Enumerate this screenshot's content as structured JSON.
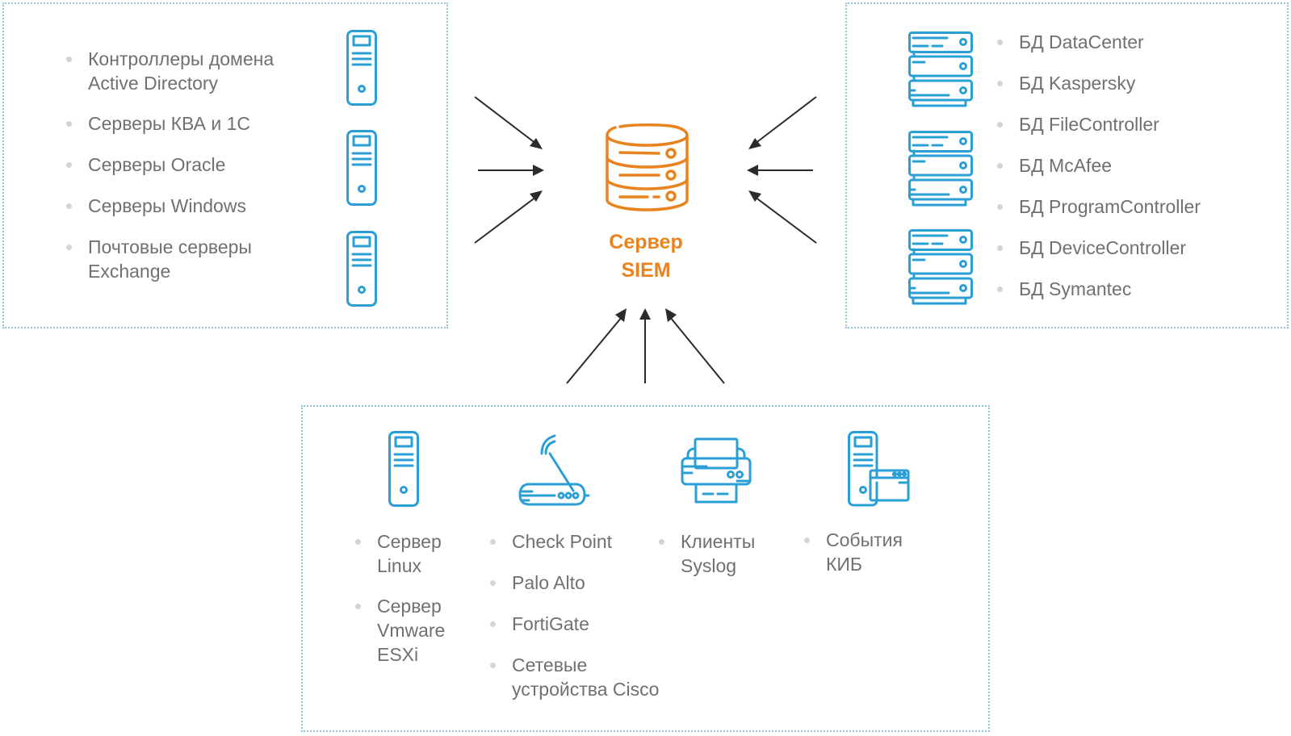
{
  "central_node": {
    "icon": "database-server-icon",
    "label_lines": [
      "Сервер",
      "SIEM"
    ],
    "color": "#e8831f"
  },
  "left_group": {
    "icon": "server-tower-icon",
    "items": [
      {
        "lines": [
          "Контроллеры домена",
          "Active Directory"
        ]
      },
      {
        "lines": [
          "Серверы КВА и 1С"
        ]
      },
      {
        "lines": [
          "Серверы Oracle"
        ]
      },
      {
        "lines": [
          "Серверы Windows"
        ]
      },
      {
        "lines": [
          "Почтовые серверы",
          "Exchange"
        ]
      }
    ]
  },
  "right_group": {
    "icon": "server-rack-icon",
    "items": [
      {
        "lines": [
          "БД DataCenter"
        ]
      },
      {
        "lines": [
          "БД Kaspersky"
        ]
      },
      {
        "lines": [
          "БД FileController"
        ]
      },
      {
        "lines": [
          "БД McAfee"
        ]
      },
      {
        "lines": [
          "БД ProgramController"
        ]
      },
      {
        "lines": [
          "БД DeviceController"
        ]
      },
      {
        "lines": [
          "БД Symantec"
        ]
      }
    ]
  },
  "bottom_group": {
    "columns": [
      {
        "icon": "server-tower-icon",
        "items": [
          {
            "lines": [
              "Сервер",
              "Linux"
            ]
          },
          {
            "lines": [
              "Сервер",
              "Vmware",
              "ESXi"
            ]
          }
        ]
      },
      {
        "icon": "wifi-router-icon",
        "items": [
          {
            "lines": [
              "Check Point"
            ]
          },
          {
            "lines": [
              "Palo Alto"
            ]
          },
          {
            "lines": [
              "FortiGate"
            ]
          },
          {
            "lines": [
              "Сетевые",
              "устройства Cisco"
            ]
          }
        ]
      },
      {
        "icon": "printer-icon",
        "items": [
          {
            "lines": [
              "Клиенты",
              "Syslog"
            ]
          }
        ]
      },
      {
        "icon": "server-with-window-icon",
        "items": [
          {
            "lines": [
              "События",
              "КИБ"
            ]
          }
        ]
      }
    ]
  },
  "colors": {
    "icon_blue": "#2a9fd6",
    "accent_orange": "#e8831f",
    "text_gray": "#707070",
    "border_dotted": "#8fc3d6",
    "arrow": "#2b2b2b"
  }
}
